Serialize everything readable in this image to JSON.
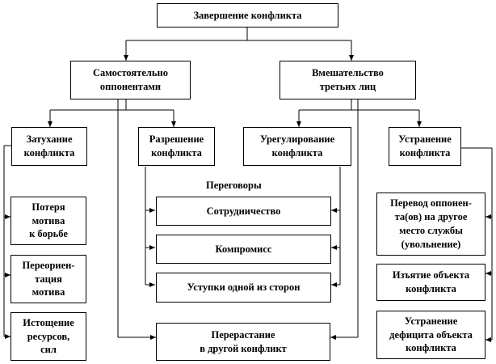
{
  "diagram": {
    "root": "Завершение конфликта",
    "branch_self": "Самостоятельно\nоппонентами",
    "branch_third": "Вмешательство\nтретьих лиц",
    "fading": "Затухание\nконфликта",
    "resolution": "Разрешение\nконфликта",
    "settlement": "Урегулирование\nконфликта",
    "elimination": "Устранение\nконфликта",
    "negotiations_label": "Переговоры",
    "cooperation": "Сотрудничество",
    "compromise": "Компромисс",
    "concessions": "Уступки одной из сторон",
    "escalation": "Перерастание\nв другой конфликт",
    "loss_of_motive": "Потеря\nмотива\nк борьбе",
    "reorientation": "Переориен-\nтация\nмотива",
    "exhaustion": "Истощение\nресурсов,\nсил",
    "transfer": "Перевод оппонен-\nта(ов) на другое\nместо службы\n(увольнение)",
    "withdrawal": "Изъятие объекта\nконфликта",
    "deficit_removal": "Устранение\nдефицита объекта\nконфликта"
  }
}
